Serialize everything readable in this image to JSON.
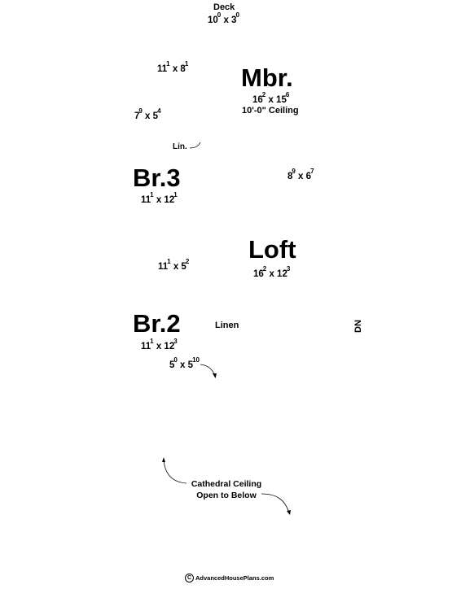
{
  "rooms": {
    "deck": {
      "name": "Deck",
      "w_ft": "10",
      "w_in": "0",
      "d_ft": "3",
      "d_in": "0"
    },
    "mbr": {
      "name": "Mbr.",
      "w_ft": "16",
      "w_in": "2",
      "d_ft": "15",
      "d_in": "6",
      "note": "10'-0\" Ceiling"
    },
    "mbr_closet": {
      "w_ft": "11",
      "w_in": "1",
      "d_ft": "8",
      "d_in": "1"
    },
    "bath_small": {
      "w_ft": "7",
      "w_in": "9",
      "d_ft": "5",
      "d_in": "4"
    },
    "lin_small": {
      "name": "Lin."
    },
    "br3": {
      "name": "Br.3",
      "w_ft": "11",
      "w_in": "1",
      "d_ft": "12",
      "d_in": "1"
    },
    "bath_right": {
      "w_ft": "8",
      "w_in": "9",
      "d_ft": "6",
      "d_in": "7"
    },
    "loft": {
      "name": "Loft",
      "w_ft": "16",
      "w_in": "2",
      "d_ft": "12",
      "d_in": "3"
    },
    "hall_small": {
      "w_ft": "11",
      "w_in": "1",
      "d_ft": "5",
      "d_in": "2"
    },
    "br2": {
      "name": "Br.2",
      "w_ft": "11",
      "w_in": "1",
      "d_ft": "12",
      "d_in": "3"
    },
    "linen": {
      "name": "Linen"
    },
    "closet_small": {
      "w_ft": "5",
      "w_in": "0",
      "d_ft": "5",
      "d_in": "10"
    },
    "stairs": {
      "label": "DN"
    }
  },
  "cathedral": {
    "line1": "Cathedral Ceiling",
    "line2": "Open to Below"
  },
  "footer": {
    "copyright_symbol": "C",
    "site": "AdvancedHousePlans.com"
  },
  "colors": {
    "text": "#000000",
    "background": "#ffffff"
  }
}
